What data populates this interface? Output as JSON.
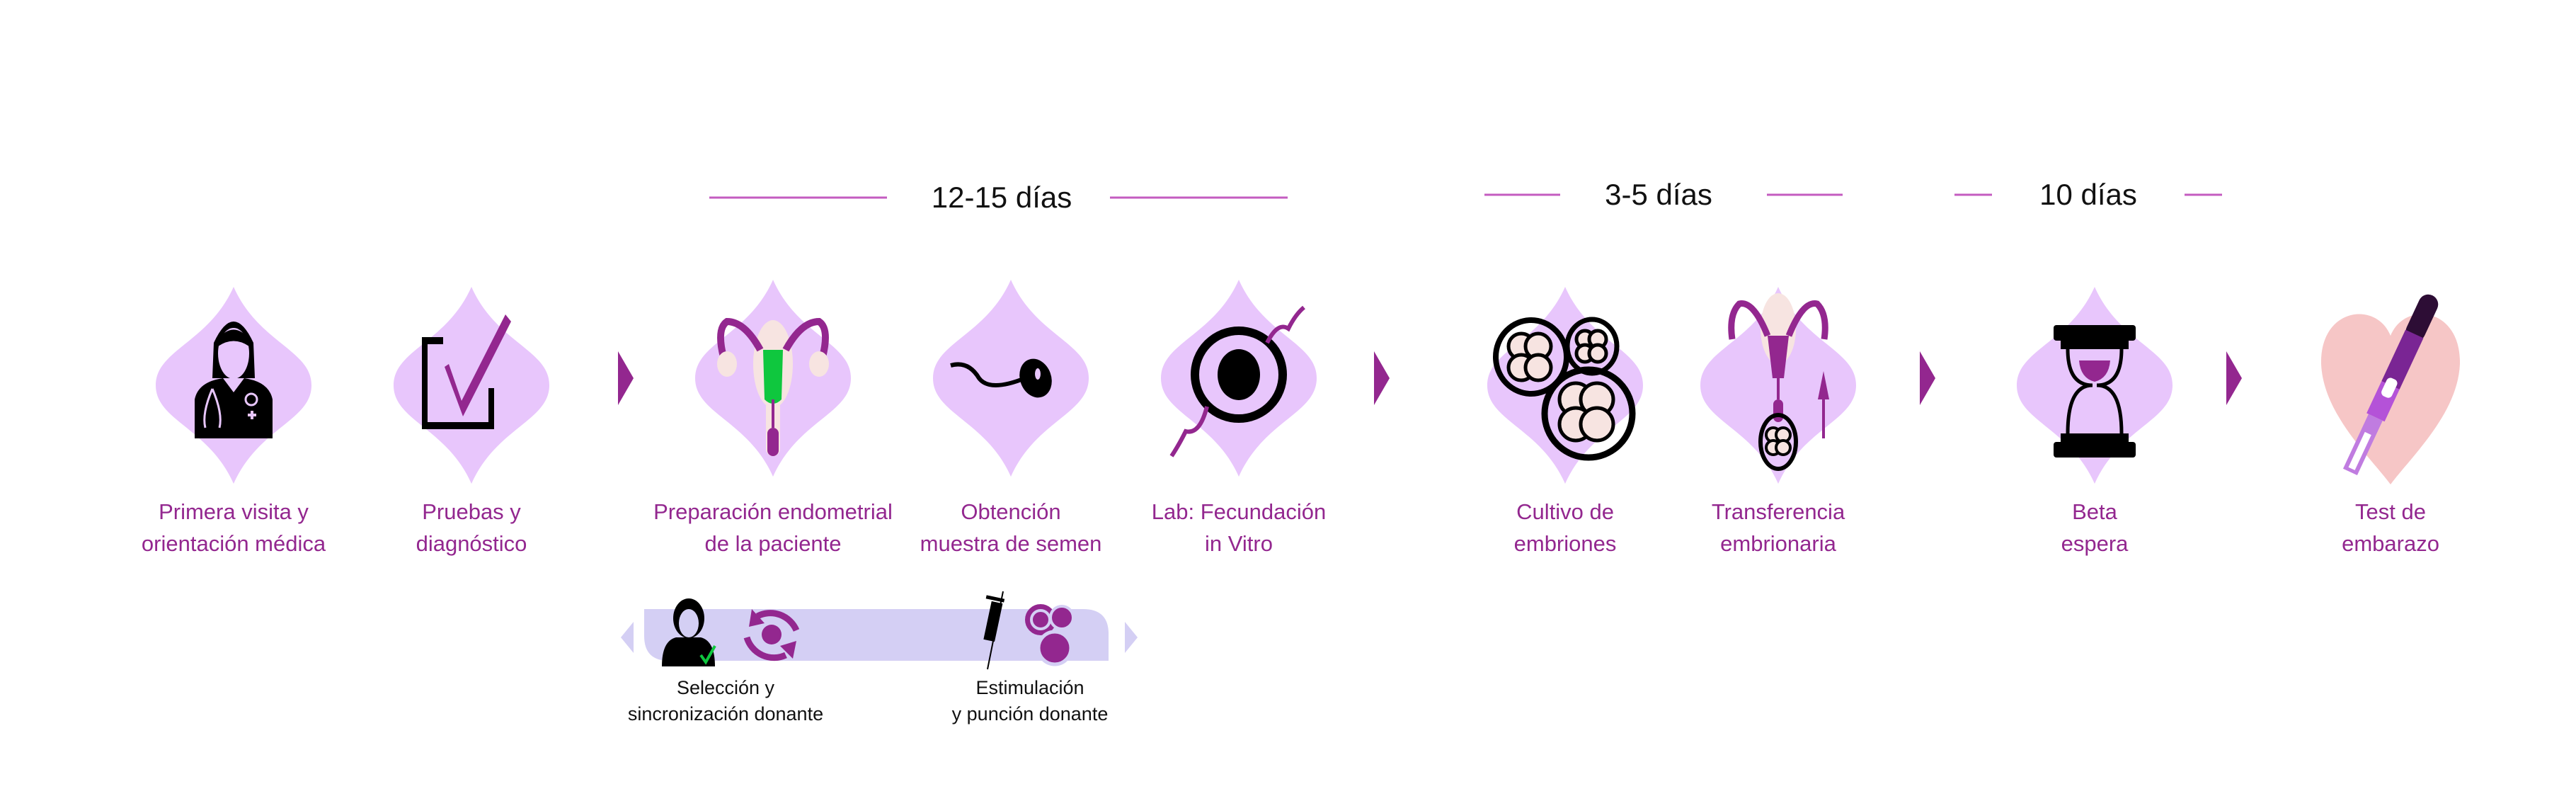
{
  "colors": {
    "accent": "#93278f",
    "diamond": "#e8c6fc",
    "bar": "#d4cff4",
    "heart": "#f6c6c6",
    "green": "#0fc73e"
  },
  "phases": [
    {
      "label": "12-15 días"
    },
    {
      "label": "3-5 días"
    },
    {
      "label": "10 días"
    }
  ],
  "steps": [
    {
      "line1": "Primera  visita y",
      "line2": "orientación médica",
      "icon": "doctor-icon"
    },
    {
      "line1": "Pruebas y",
      "line2": "diagnóstico",
      "icon": "checkbox-icon"
    },
    {
      "line1": "Preparación endometrial",
      "line2": "de la paciente",
      "icon": "uterus-icon"
    },
    {
      "line1": "Obtención",
      "line2": "muestra de semen",
      "icon": "sperm-icon"
    },
    {
      "line1": "Lab: Fecundación",
      "line2": "in Vitro",
      "icon": "egg-fertilization-icon"
    },
    {
      "line1": "Cultivo de",
      "line2": "embriones",
      "icon": "embryos-icon"
    },
    {
      "line1": "Transferencia",
      "line2": "embrionaria",
      "icon": "embryo-transfer-icon"
    },
    {
      "line1": "Beta",
      "line2": "espera",
      "icon": "hourglass-icon"
    },
    {
      "line1": "Test de",
      "line2": "embarazo",
      "icon": "pregnancy-test-icon"
    }
  ],
  "donor": [
    {
      "line1": "Selección y",
      "line2": "sincronización donante",
      "icon": "donor-sync-icon"
    },
    {
      "line1": "Estimulación",
      "line2": "y punción donante",
      "icon": "syringe-oocytes-icon"
    }
  ]
}
